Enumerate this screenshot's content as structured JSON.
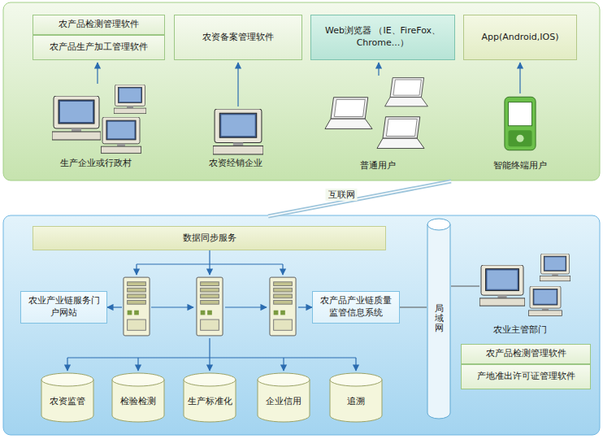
{
  "diagram": {
    "nodes": [
      {
        "text": [
          "农产品检测管理软件"
        ]
      },
      {
        "text": [
          "农产品生产加工管理软件"
        ]
      },
      {
        "text": [
          "农资备案管理软件"
        ]
      },
      {
        "text": [
          "Web浏览器 （IE、FireFox、Chrome...）"
        ]
      },
      {
        "text": [
          "App(Android,IOS)"
        ]
      },
      {
        "text": [
          "数据同步服务"
        ]
      },
      {
        "text": [
          "农业产业链服务门户网站"
        ]
      },
      {
        "text": [
          "农产品产业链质量监管信息系统"
        ]
      },
      {
        "text": [
          "局域网"
        ]
      },
      {
        "text": [
          "农产品检测管理软件"
        ]
      },
      {
        "text": [
          "产地准出许可证管理软件"
        ]
      },
      {
        "text": [
          "农资监管"
        ]
      },
      {
        "text": [
          "检验检测"
        ]
      },
      {
        "text": [
          "生产标准化"
        ]
      },
      {
        "text": [
          "企业信用"
        ]
      },
      {
        "text": [
          "追溯"
        ]
      }
    ],
    "edges": [
      {
        "from": 7,
        "to": 8,
        "arrow": "none"
      }
    ],
    "labels": [
      "生产企业或行政村",
      "农资经销企业",
      "普通用户",
      "智能终端用户",
      "互联网",
      "农业主管部门"
    ]
  }
}
